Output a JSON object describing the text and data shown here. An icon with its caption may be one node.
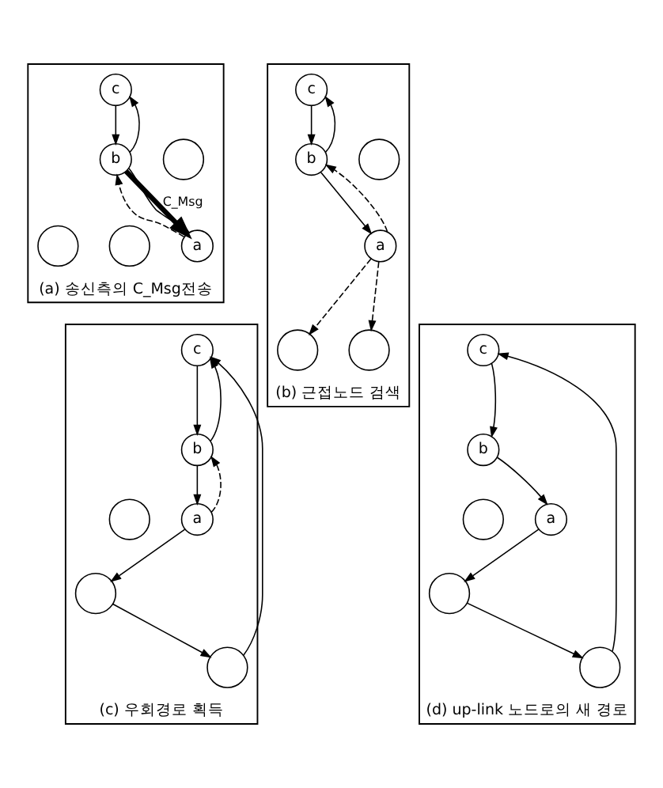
{
  "diagram": {
    "nodes": [
      {
        "text": [
          "(a) 송신측의 C_Msg전송"
        ]
      },
      {
        "text": [
          "c"
        ],
        "in": 0
      },
      {
        "text": [
          "b"
        ],
        "in": 0
      },
      {
        "text": [
          "a"
        ],
        "in": 0
      },
      {
        "text": [],
        "shape": "circle",
        "in": 0
      },
      {
        "text": [],
        "shape": "circle",
        "in": 0
      },
      {
        "text": [],
        "shape": "circle",
        "in": 0
      },
      {
        "text": [
          "(b) 근접노드 검색"
        ]
      },
      {
        "text": [
          "c"
        ],
        "in": 7
      },
      {
        "text": [
          "b"
        ],
        "in": 7
      },
      {
        "text": [
          "a"
        ],
        "in": 7
      },
      {
        "text": [],
        "shape": "circle",
        "in": 7
      },
      {
        "text": [],
        "shape": "circle",
        "in": 7
      },
      {
        "text": [],
        "shape": "circle",
        "in": 7
      },
      {
        "text": [
          "(c) 우회경로 획득"
        ]
      },
      {
        "text": [
          "c"
        ],
        "in": 14
      },
      {
        "text": [
          "b"
        ],
        "in": 14
      },
      {
        "text": [
          "a"
        ],
        "in": 14
      },
      {
        "text": [],
        "shape": "circle",
        "in": 14
      },
      {
        "text": [],
        "shape": "circle",
        "in": 14
      },
      {
        "text": [],
        "shape": "circle",
        "in": 14
      },
      {
        "text": [
          "(d) up-link 노드로의 새 경로"
        ]
      },
      {
        "text": [
          "c"
        ],
        "in": 21
      },
      {
        "text": [
          "b"
        ],
        "in": 21
      },
      {
        "text": [
          "a"
        ],
        "in": 21
      },
      {
        "text": [],
        "shape": "circle",
        "in": 21
      },
      {
        "text": [],
        "shape": "circle",
        "in": 21
      },
      {
        "text": [],
        "shape": "circle",
        "in": 21
      }
    ],
    "edges": [
      {
        "from": 1,
        "to": 2,
        "arrow": "to"
      },
      {
        "from": 2,
        "to": 1,
        "arrow": "to"
      },
      {
        "from": 2,
        "to": 3,
        "arrow": "to"
      },
      {
        "from": 3,
        "to": 2,
        "arrow": "to",
        "style": "dashed"
      },
      {
        "from": 2,
        "to": 3,
        "arrow": "to",
        "label": "C_Msg",
        "style": "thick"
      },
      {
        "from": 8,
        "to": 9,
        "arrow": "to"
      },
      {
        "from": 9,
        "to": 8,
        "arrow": "to"
      },
      {
        "from": 9,
        "to": 10,
        "arrow": "to"
      },
      {
        "from": 10,
        "to": 9,
        "arrow": "to",
        "style": "dashed"
      },
      {
        "from": 10,
        "to": 12,
        "arrow": "to",
        "style": "dashed"
      },
      {
        "from": 10,
        "to": 13,
        "arrow": "to",
        "style": "dashed"
      },
      {
        "from": 15,
        "to": 16,
        "arrow": "to"
      },
      {
        "from": 16,
        "to": 15,
        "arrow": "to"
      },
      {
        "from": 16,
        "to": 17,
        "arrow": "to"
      },
      {
        "from": 17,
        "to": 16,
        "arrow": "to",
        "style": "dashed"
      },
      {
        "from": 17,
        "to": 19,
        "arrow": "to"
      },
      {
        "from": 19,
        "to": 18,
        "arrow": "to"
      },
      {
        "from": 18,
        "to": 15,
        "arrow": "to"
      },
      {
        "from": 22,
        "to": 23,
        "arrow": "to"
      },
      {
        "from": 23,
        "to": 24,
        "arrow": "to"
      },
      {
        "from": 24,
        "to": 26,
        "arrow": "to"
      },
      {
        "from": 26,
        "to": 25,
        "arrow": "to"
      },
      {
        "from": 25,
        "to": 22,
        "arrow": "to"
      }
    ]
  }
}
